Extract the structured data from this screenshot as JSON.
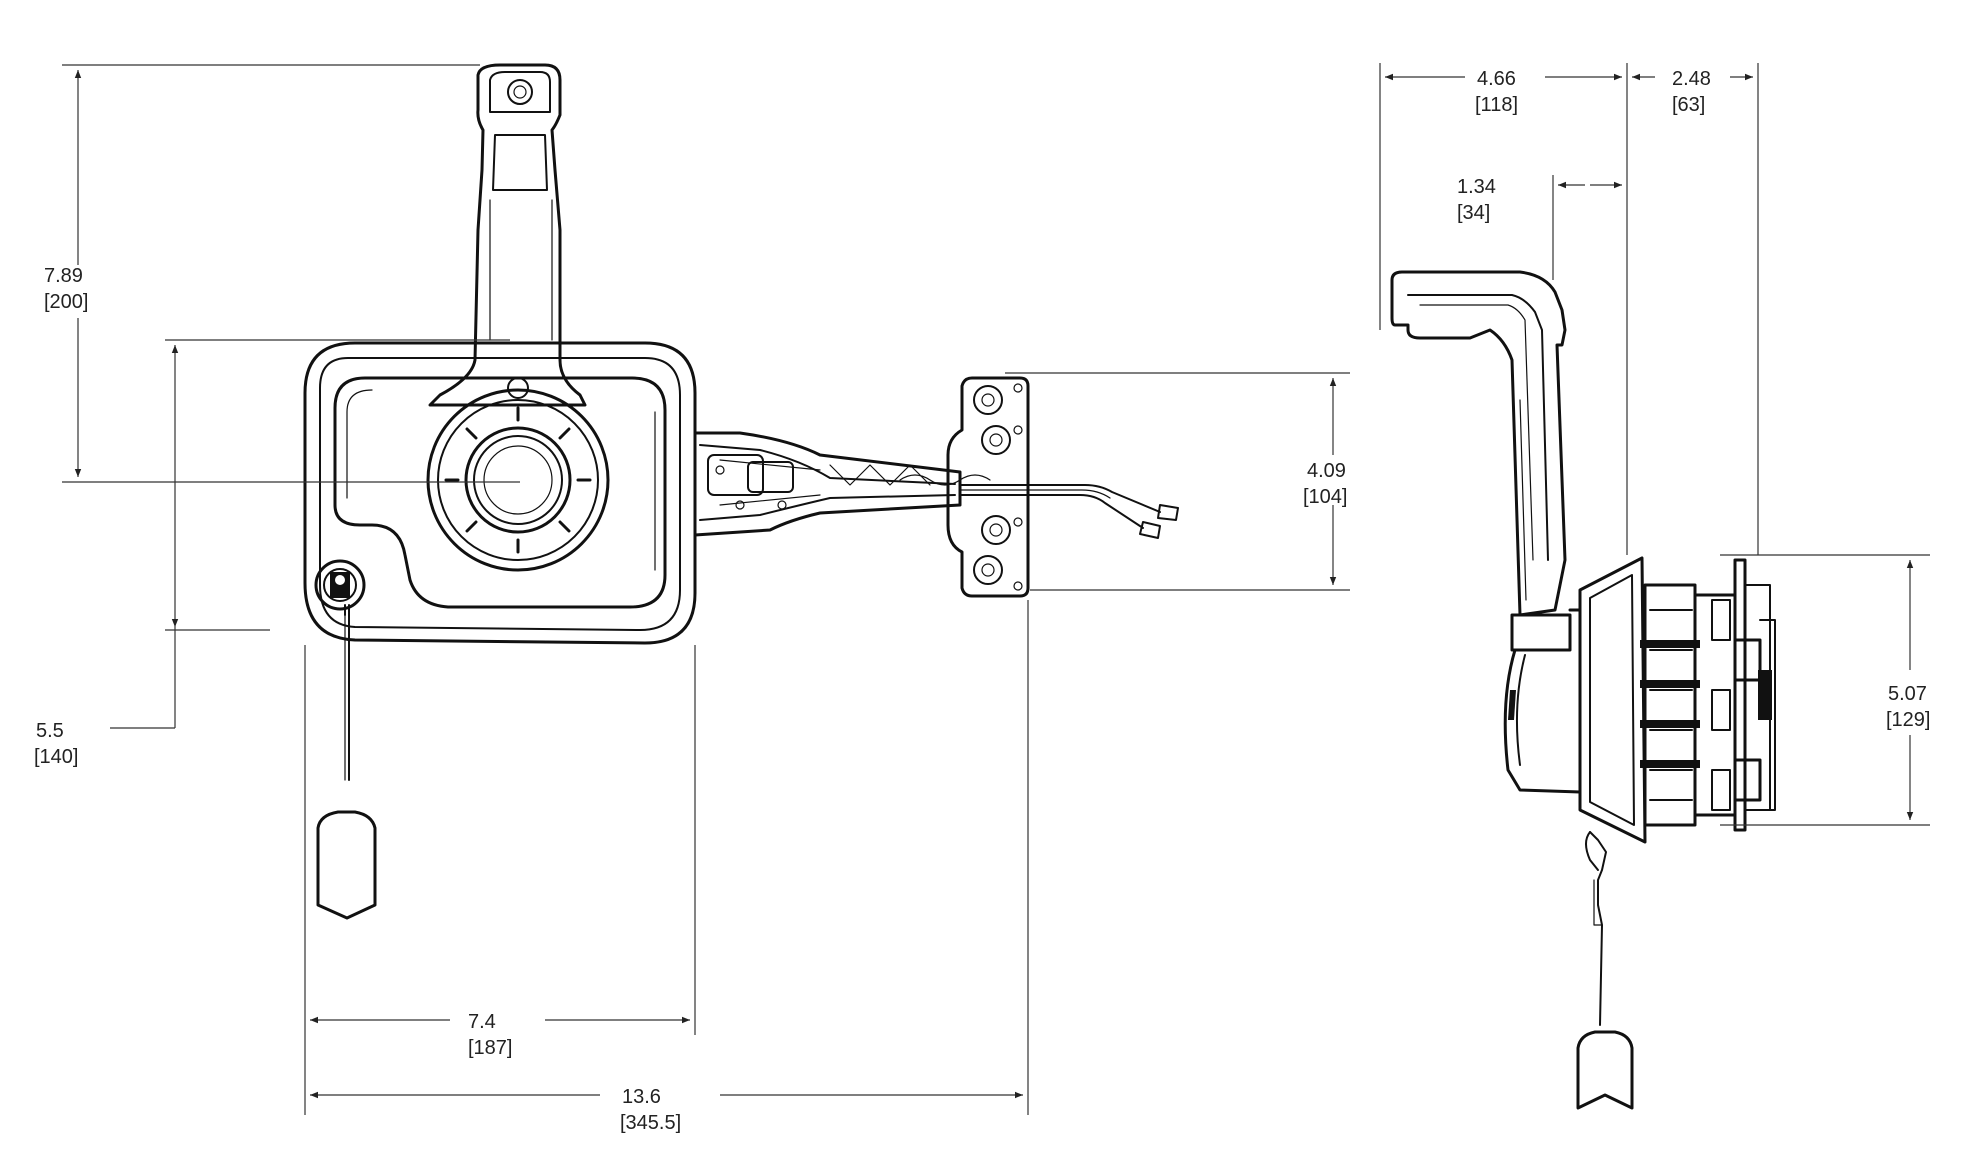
{
  "dimensions": [
    {
      "id": "overall-height",
      "value": "7.89",
      "metric": "[200]"
    },
    {
      "id": "pivot-height",
      "value": "5.5",
      "metric": "[140]"
    },
    {
      "id": "housing-width",
      "value": "7.4",
      "metric": "[187]"
    },
    {
      "id": "overall-width",
      "value": "13.6",
      "metric": "[345.5]"
    },
    {
      "id": "bracket-height",
      "value": "4.09",
      "metric": "[104]"
    },
    {
      "id": "side-handle-reach",
      "value": "4.66",
      "metric": "[118]"
    },
    {
      "id": "side-mount-depth",
      "value": "2.48",
      "metric": "[63]"
    },
    {
      "id": "side-handle-offset",
      "value": "1.34",
      "metric": "[34]"
    },
    {
      "id": "side-body-height",
      "value": "5.07",
      "metric": "[129]"
    }
  ]
}
